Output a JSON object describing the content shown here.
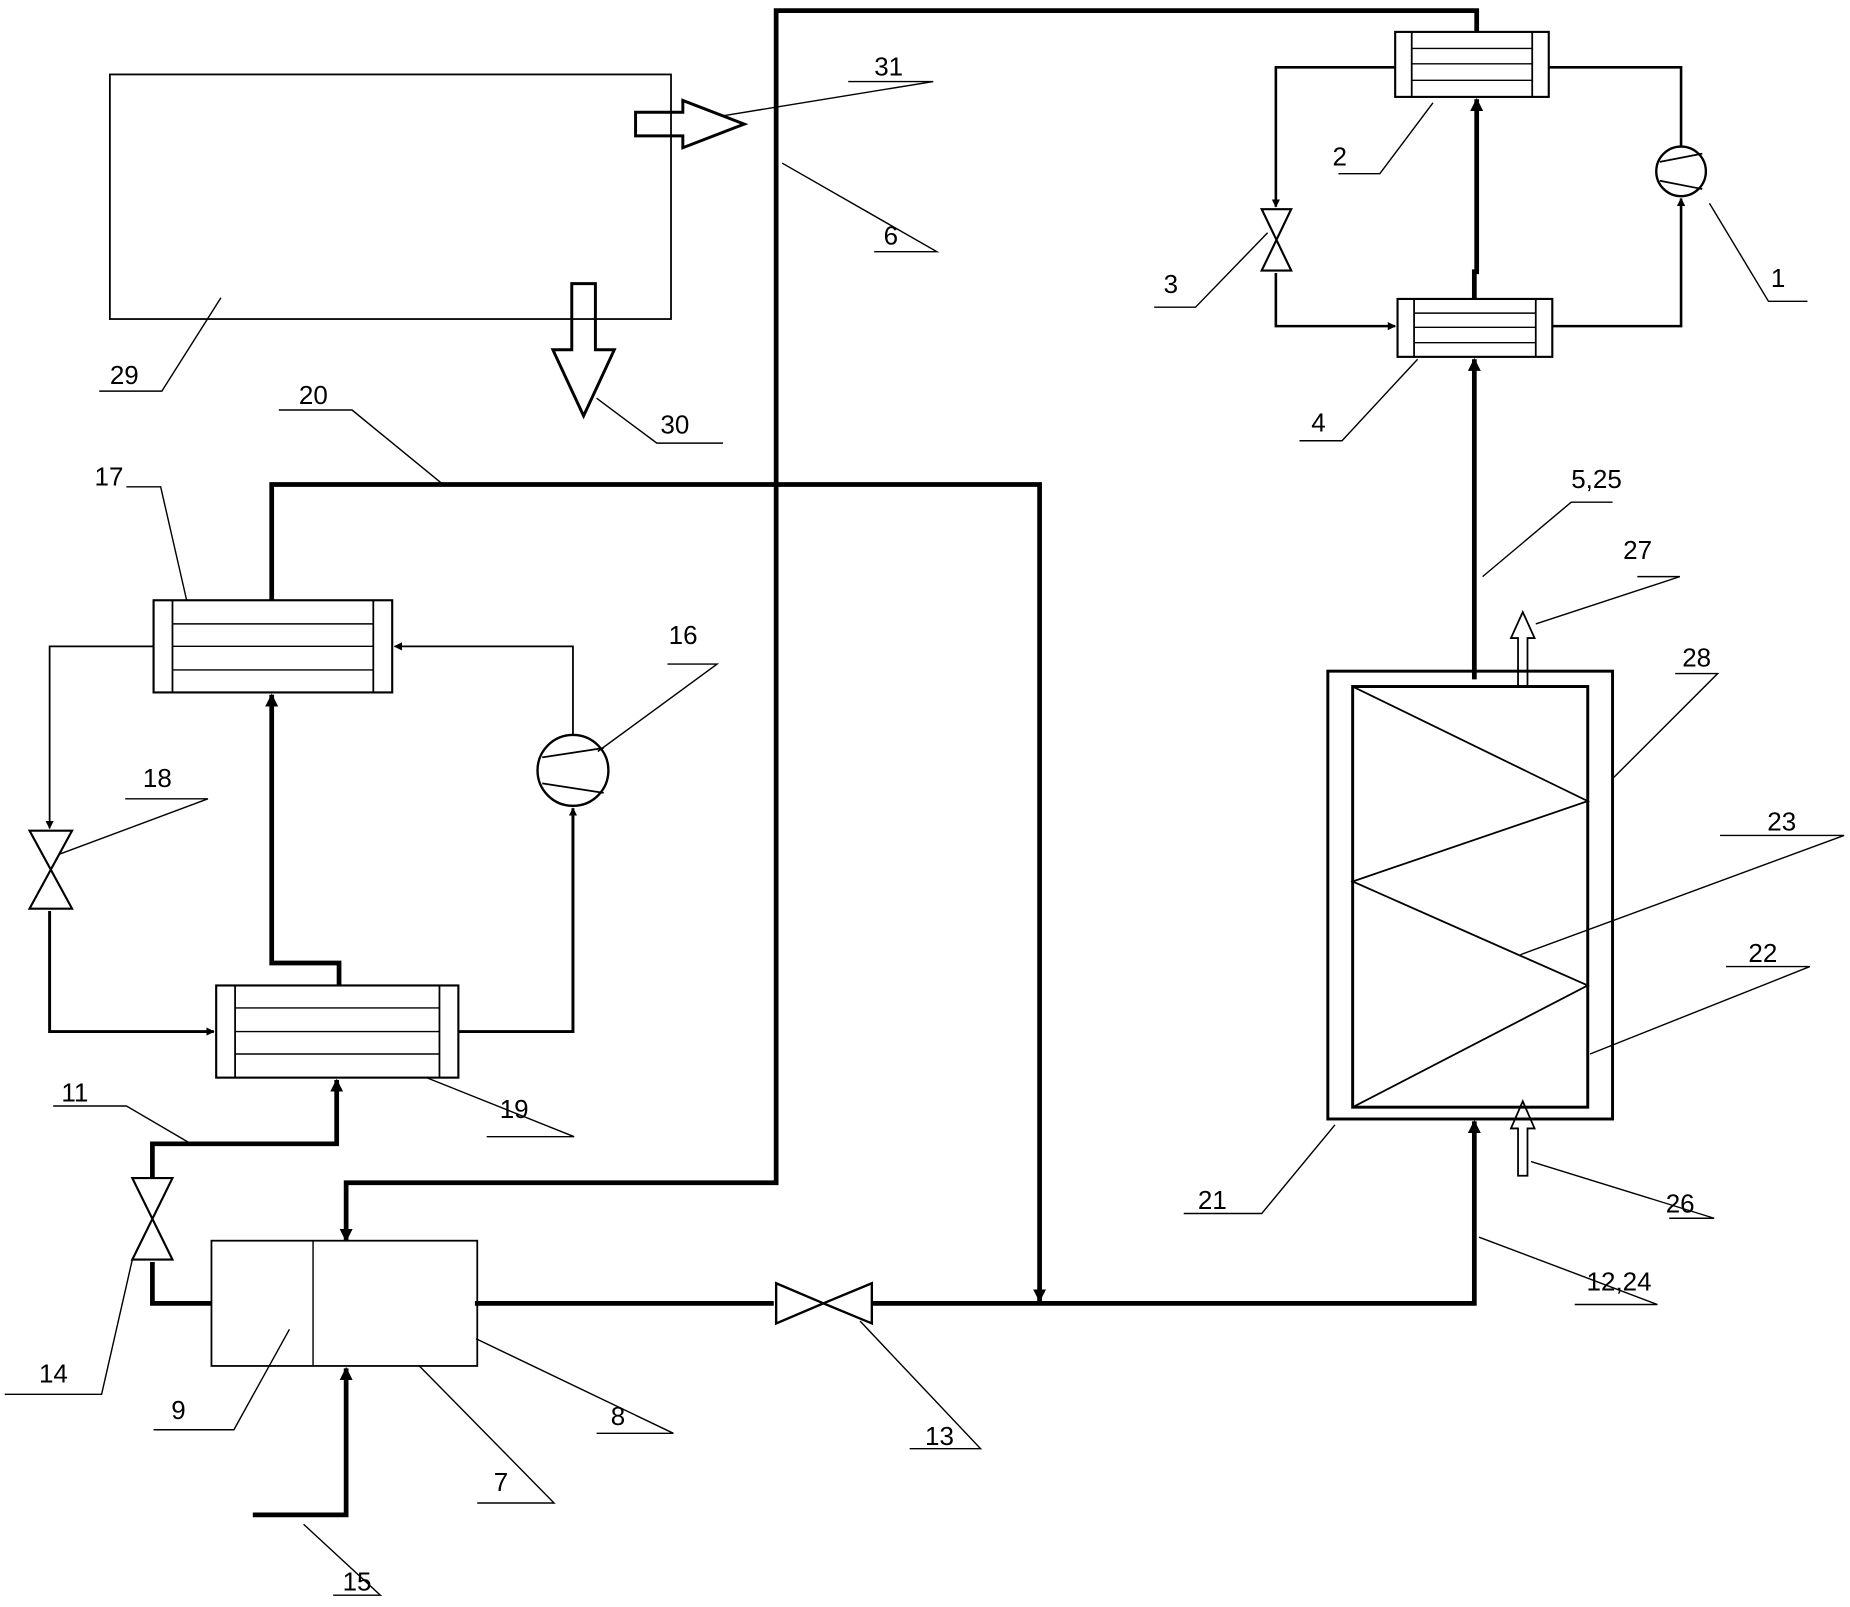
{
  "diagram": {
    "type": "process-flow-schematic",
    "colors": {
      "line": "#000000",
      "background": "#ffffff"
    },
    "labels": {
      "l1": "1",
      "l2": "2",
      "l3": "3",
      "l4": "4",
      "l5_25": "5,25",
      "l6": "6",
      "l7": "7",
      "l8": "8",
      "l9": "9",
      "l11": "11",
      "l12_24": "12,24",
      "l13": "13",
      "l14": "14",
      "l15": "15",
      "l16": "16",
      "l17": "17",
      "l18": "18",
      "l19": "19",
      "l20": "20",
      "l21": "21",
      "l22": "22",
      "l23": "23",
      "l26": "26",
      "l27": "27",
      "l28": "28",
      "l29": "29",
      "l30": "30",
      "l31": "31"
    },
    "components": [
      {
        "id": "1",
        "kind": "compressor",
        "icon": "compressor-icon"
      },
      {
        "id": "2",
        "kind": "heat-exchanger",
        "icon": "heat-exchanger-icon"
      },
      {
        "id": "3",
        "kind": "expansion-valve",
        "icon": "valve-icon"
      },
      {
        "id": "4",
        "kind": "heat-exchanger",
        "icon": "heat-exchanger-icon"
      },
      {
        "id": "7",
        "kind": "tank",
        "icon": "tank-icon"
      },
      {
        "id": "13",
        "kind": "valve",
        "icon": "valve-icon"
      },
      {
        "id": "14",
        "kind": "valve",
        "icon": "valve-icon"
      },
      {
        "id": "16",
        "kind": "compressor",
        "icon": "compressor-icon"
      },
      {
        "id": "17",
        "kind": "heat-exchanger",
        "icon": "heat-exchanger-icon"
      },
      {
        "id": "18",
        "kind": "expansion-valve",
        "icon": "valve-icon"
      },
      {
        "id": "19",
        "kind": "heat-exchanger",
        "icon": "heat-exchanger-icon"
      },
      {
        "id": "21",
        "kind": "column",
        "icon": "column-icon"
      },
      {
        "id": "29",
        "kind": "block",
        "icon": "box-icon"
      }
    ]
  }
}
